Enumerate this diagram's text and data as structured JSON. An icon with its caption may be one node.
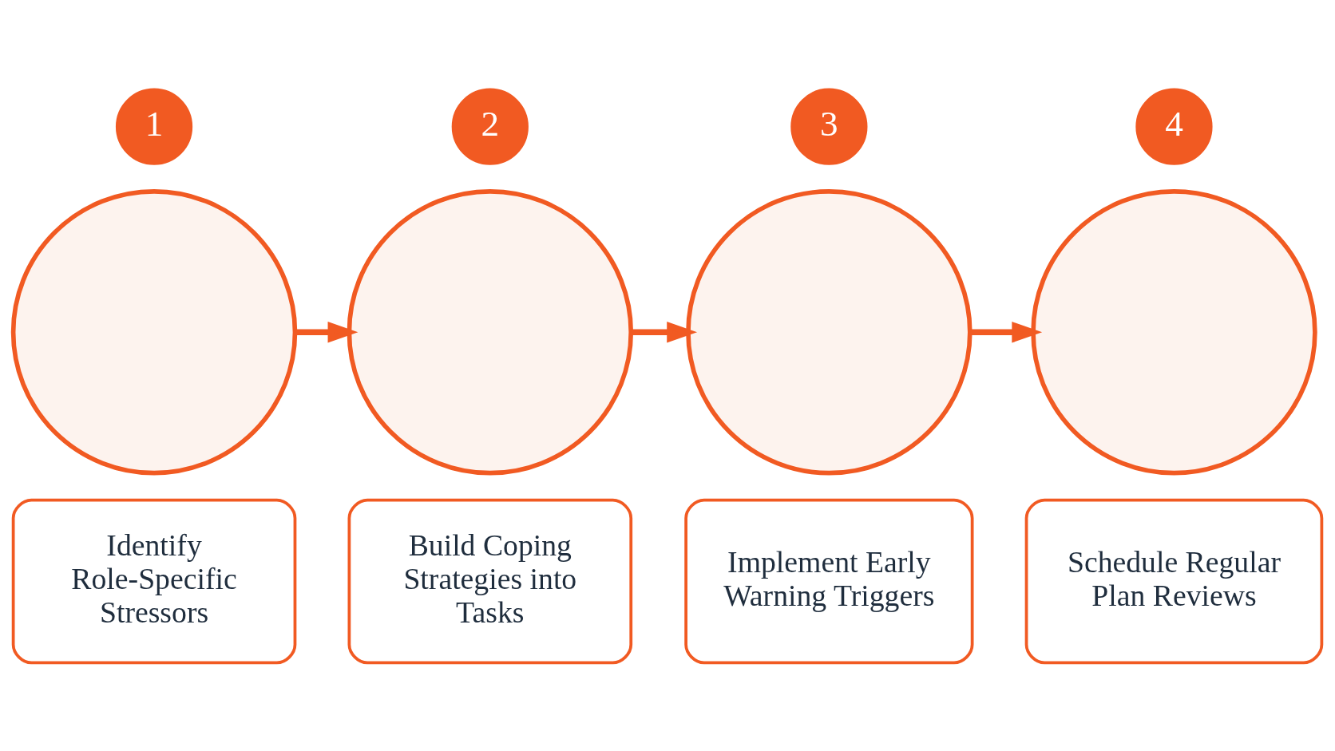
{
  "diagram": {
    "nodes": [
      {
        "text": [
          "1"
        ]
      },
      {
        "text": [],
        "shape": "circle"
      },
      {
        "text": [
          "Identify Role-Specific Stressors"
        ]
      },
      {
        "text": [
          "2"
        ]
      },
      {
        "text": [],
        "shape": "circle"
      },
      {
        "text": [
          "Build Coping Strategies into Tasks"
        ]
      },
      {
        "text": [
          "3"
        ]
      },
      {
        "text": [],
        "shape": "circle"
      },
      {
        "text": [
          "Implement Early Warning Triggers"
        ]
      },
      {
        "text": [
          "4"
        ]
      },
      {
        "text": [],
        "shape": "circle"
      },
      {
        "text": [
          "Schedule Regular Plan Reviews"
        ]
      }
    ],
    "edges": [
      {
        "from": 1,
        "to": 4,
        "arrow": "to"
      },
      {
        "from": 4,
        "to": 7,
        "arrow": "to"
      },
      {
        "from": 7,
        "to": 10,
        "arrow": "to"
      }
    ]
  }
}
